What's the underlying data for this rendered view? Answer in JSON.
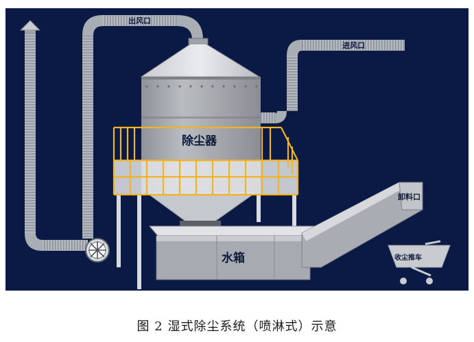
{
  "labels": {
    "outlet": "出风口",
    "inlet": "进风口",
    "collector": "除尘器",
    "water_tank": "水箱",
    "discharge": "卸料口",
    "cart": "收尘推车"
  },
  "caption": "图 2  湿式除尘系统（喷淋式）示意",
  "colors": {
    "background": "#0b1a45",
    "pipe": "#b8bcc4",
    "metal": "#a4a7ad",
    "railing": "#f2b521"
  }
}
